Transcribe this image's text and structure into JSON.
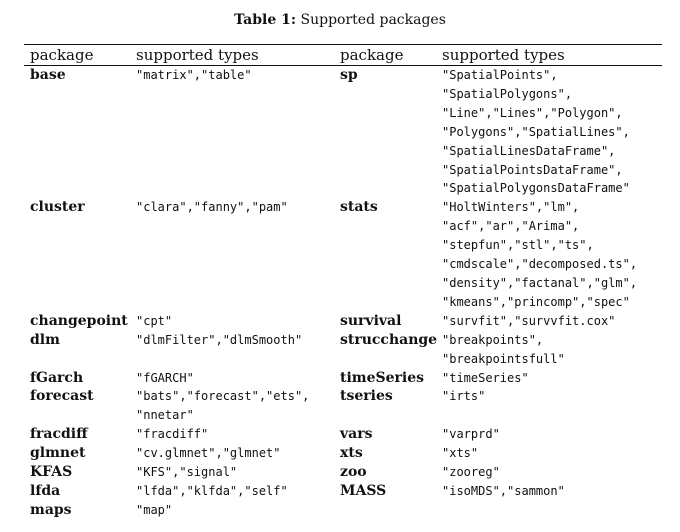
{
  "caption": {
    "label": "Table 1:",
    "text": "Supported packages"
  },
  "headers": {
    "package_left": "package",
    "types_left": "supported types",
    "package_right": "package",
    "types_right": "supported types"
  },
  "rows": [
    {
      "left_pkg": "base",
      "left_types": [
        "\"matrix\",\"table\""
      ],
      "right_pkg": "sp",
      "right_types": [
        "\"SpatialPoints\",",
        "\"SpatialPolygons\",",
        "\"Line\",\"Lines\",\"Polygon\",",
        "\"Polygons\",\"SpatialLines\",",
        "\"SpatialLinesDataFrame\",",
        "\"SpatialPointsDataFrame\",",
        "\"SpatialPolygonsDataFrame\""
      ]
    },
    {
      "left_pkg": "cluster",
      "left_types": [
        "\"clara\",\"fanny\",\"pam\""
      ],
      "right_pkg": "stats",
      "right_types": [
        "\"HoltWinters\",\"lm\",",
        "\"acf\",\"ar\",\"Arima\",",
        "\"stepfun\",\"stl\",\"ts\",",
        "\"cmdscale\",\"decomposed.ts\",",
        "\"density\",\"factanal\",\"glm\",",
        "\"kmeans\",\"princomp\",\"spec\""
      ]
    },
    {
      "left_pkg": "changepoint",
      "left_types": [
        "\"cpt\""
      ],
      "right_pkg": "survival",
      "right_types": [
        "\"survfit\",\"survvfit.cox\""
      ]
    },
    {
      "left_pkg": "dlm",
      "left_types": [
        "\"dlmFilter\",\"dlmSmooth\""
      ],
      "right_pkg": "strucchange",
      "right_types": [
        "\"breakpoints\",",
        "\"breakpointsfull\""
      ]
    },
    {
      "left_pkg": "fGarch",
      "left_types": [
        "\"fGARCH\""
      ],
      "right_pkg": "timeSeries",
      "right_types": [
        "\"timeSeries\""
      ]
    },
    {
      "left_pkg": "forecast",
      "left_types": [
        "\"bats\",\"forecast\",\"ets\",",
        "\"nnetar\""
      ],
      "right_pkg": "tseries",
      "right_types": [
        "\"irts\""
      ]
    },
    {
      "left_pkg": "fracdiff",
      "left_types": [
        "\"fracdiff\""
      ],
      "right_pkg": "vars",
      "right_types": [
        "\"varprd\""
      ]
    },
    {
      "left_pkg": "glmnet",
      "left_types": [
        "\"cv.glmnet\",\"glmnet\""
      ],
      "right_pkg": "xts",
      "right_types": [
        "\"xts\""
      ]
    },
    {
      "left_pkg": "KFAS",
      "left_types": [
        "\"KFS\",\"signal\""
      ],
      "right_pkg": "zoo",
      "right_types": [
        "\"zooreg\""
      ]
    },
    {
      "left_pkg": "lfda",
      "left_types": [
        "\"lfda\",\"klfda\",\"self\""
      ],
      "right_pkg": "MASS",
      "right_types": [
        "\"isoMDS\",\"sammon\""
      ]
    },
    {
      "left_pkg": "maps",
      "left_types": [
        "\"map\""
      ],
      "right_pkg": "",
      "right_types": []
    }
  ]
}
